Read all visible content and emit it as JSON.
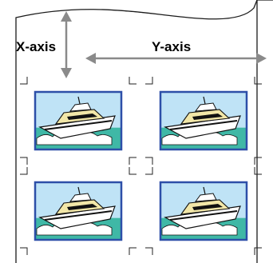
{
  "labels": {
    "x_axis": "X-axis",
    "y_axis": "Y-axis"
  },
  "layout_grid": {
    "rows": 2,
    "columns": 2,
    "thumbnail_subject": "yacht"
  },
  "colors": {
    "sheet": "#ffffff",
    "sheet_edge": "#1a1a1a",
    "arrow": "#8a8a8a",
    "crop_mark": "#222222",
    "photo_frame": "#2d4fa8",
    "sky": "#bfe3f6",
    "sea": "#3fb8a6",
    "hull": "#ffffff",
    "trim": "#111111",
    "deck": "#f2e7a8"
  }
}
